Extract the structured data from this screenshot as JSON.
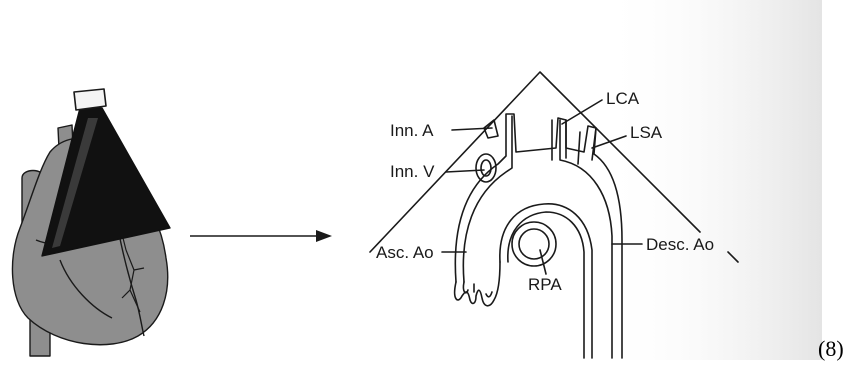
{
  "labels": {
    "lca": "LCA",
    "inn_a": "Inn. A",
    "lsa": "LSA",
    "inn_v": "Inn. V",
    "asc_ao": "Asc. Ao",
    "desc_ao": "Desc. Ao",
    "rpa": "RPA"
  },
  "figure_number": "(8)",
  "colors": {
    "heart_fill": "#8e8e8e",
    "heart_dark": "#5a5a5a",
    "beam": "#111111",
    "probe": "#f4f4f4",
    "line": "#1a1a1a",
    "page_shade": "#e9e9e9"
  }
}
